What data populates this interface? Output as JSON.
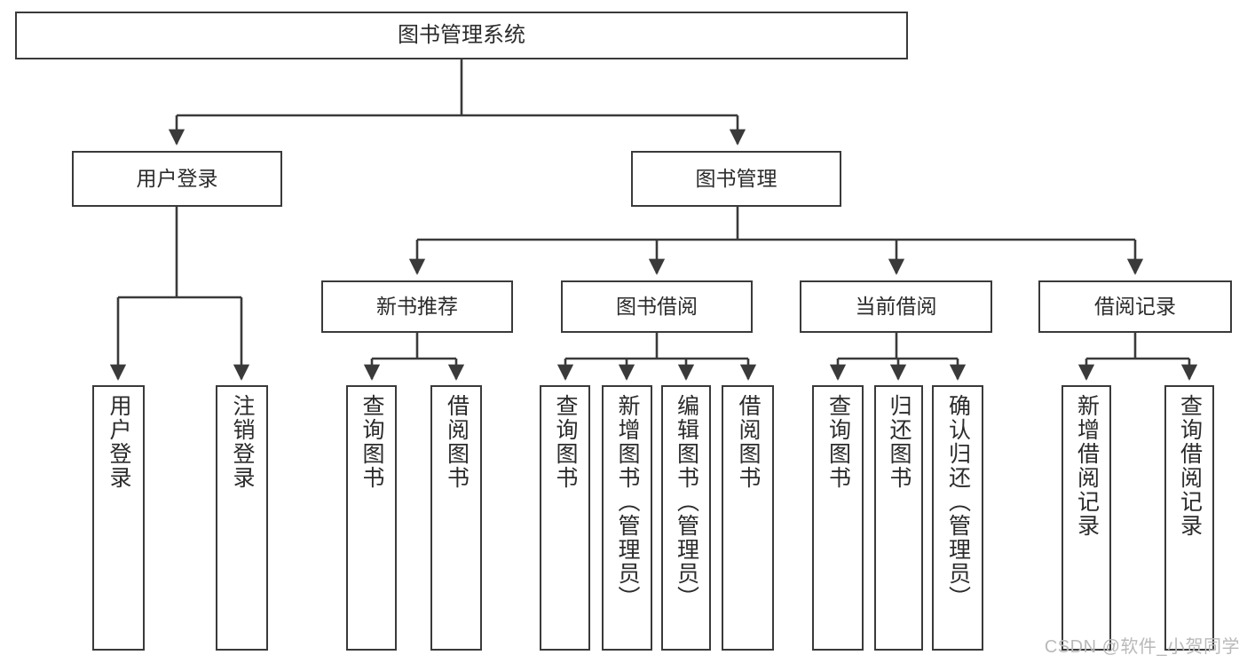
{
  "diagram": {
    "title": "图书管理系统",
    "type": "tree-hierarchy",
    "root": {
      "label": "图书管理系统"
    },
    "level2": [
      {
        "label": "用户登录"
      },
      {
        "label": "图书管理"
      }
    ],
    "level3": [
      {
        "label": "新书推荐"
      },
      {
        "label": "图书借阅"
      },
      {
        "label": "当前借阅"
      },
      {
        "label": "借阅记录"
      }
    ],
    "leaves": {
      "user_login": [
        {
          "label": "用户登录"
        },
        {
          "label": "注销登录"
        }
      ],
      "new_book_recommend": [
        {
          "label": "查询图书"
        },
        {
          "label": "借阅图书"
        }
      ],
      "book_borrow": [
        {
          "label": "查询图书"
        },
        {
          "label": "新增图书（管理员）"
        },
        {
          "label": "编辑图书（管理员）"
        },
        {
          "label": "借阅图书"
        }
      ],
      "current_borrow": [
        {
          "label": "查询图书"
        },
        {
          "label": "归还图书"
        },
        {
          "label": "确认归还（管理员）"
        }
      ],
      "borrow_record": [
        {
          "label": "新增借阅记录"
        },
        {
          "label": "查询借阅记录"
        }
      ]
    },
    "colors": {
      "stroke": "#3a3a3a",
      "text": "#2b2b2b",
      "background": "#ffffff",
      "watermark": "#b9b9b9"
    }
  },
  "watermark": {
    "text": "CSDN @软件_小贺同学"
  }
}
